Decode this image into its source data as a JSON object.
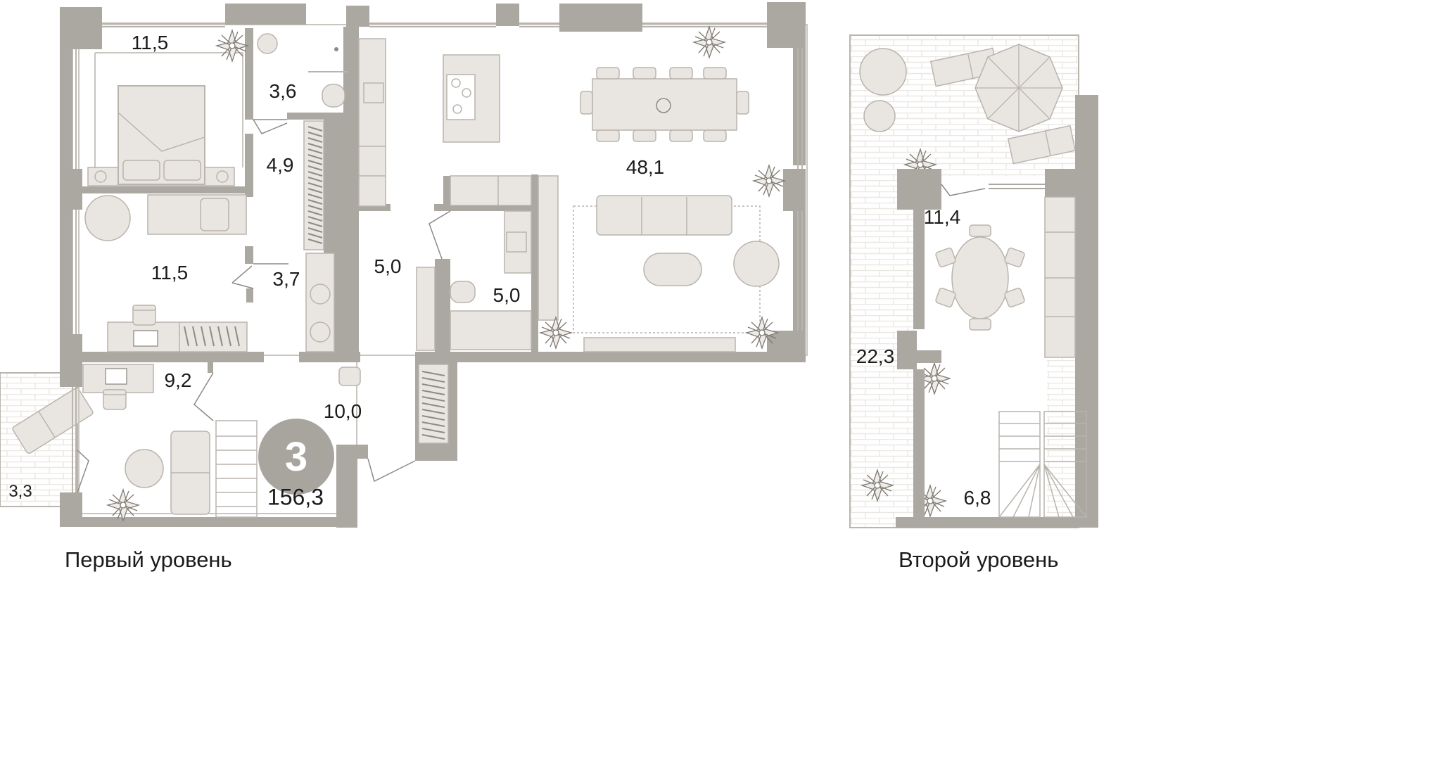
{
  "plan": {
    "colors": {
      "wall": "#aba7a1",
      "furniture": "#e9e6e1",
      "line": "#b9b4ad",
      "badge": "#a8a49e"
    },
    "rooms": {
      "bedroom_1": "11,5",
      "bathroom_1": "3,6",
      "wardrobe_1": "4,9",
      "bedroom_2": "11,5",
      "laundry": "3,7",
      "corridor": "5,0",
      "bathroom_2": "5,0",
      "living_kitchen": "48,1",
      "study": "9,2",
      "hall": "10,0",
      "balcony": "3,3",
      "upper_room": "11,4",
      "terrace": "22,3",
      "upper_stair": "6,8"
    },
    "rooms_count": "3",
    "total_area": "156,3",
    "levels": {
      "first": "Первый уровень",
      "second": "Второй уровень"
    }
  }
}
